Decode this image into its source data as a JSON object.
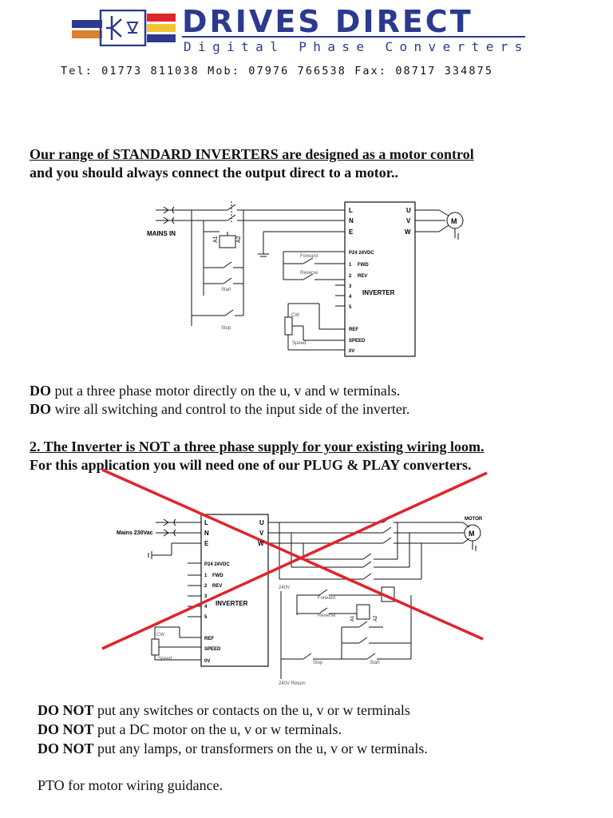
{
  "header": {
    "brand_title": "DRIVES DIRECT",
    "brand_subtitle": "Digital Phase Converters",
    "contact_line": "Tel: 01773 811038  Mob: 07976 766538  Fax: 08717 334875",
    "colors": {
      "brand_blue": "#2b3a8f",
      "red": "#e0242b",
      "yellow": "#f4c430",
      "orange": "#d9822b"
    }
  },
  "section1": {
    "heading_line1": "Our range of STANDARD INVERTERS are designed as a  motor control",
    "heading_line2": "and you should always connect the output direct to a motor.."
  },
  "diagram1": {
    "mains_label": "MAINS IN",
    "inverter_label": "INVERTER",
    "input_terminals": [
      "L",
      "N",
      "E"
    ],
    "output_terminals": [
      "U",
      "V",
      "W"
    ],
    "control_terminals": [
      "P24 24VDC",
      "1",
      "FWD",
      "2",
      "REV",
      "3",
      "4",
      "5",
      "REF",
      "SPEED",
      "0V"
    ],
    "contactor_labels": [
      "A1",
      "A2"
    ],
    "switch_labels": [
      "Forward",
      "Reverse",
      "Start",
      "Stop",
      "CW",
      "Speed"
    ],
    "motor_label": "M"
  },
  "do_list": [
    {
      "keyword": "DO",
      "text": " put a three phase motor directly on the u, v and w terminals."
    },
    {
      "keyword": "DO",
      "text": " wire all switching and control to the input side of the inverter."
    }
  ],
  "section2": {
    "heading_line1": "2. The Inverter is NOT a three phase supply for your existing wiring loom.",
    "heading_line2": "For this application you will need one of our PLUG & PLAY converters."
  },
  "diagram2": {
    "mains_label": "Mains 230Vac",
    "inverter_label": "INVERTER",
    "motor_title": "MOTOR",
    "voltage_label": "240V",
    "return_label": "240V Return",
    "switch_labels": [
      "Forward",
      "Reverse",
      "Stop",
      "Start",
      "CW",
      "Speed"
    ],
    "contactor_labels": [
      "A1",
      "A2"
    ],
    "cross_color": "#e0242b"
  },
  "do_not_list": [
    {
      "keyword": "DO NOT",
      "text": " put any switches or contacts on the u, v or w terminals"
    },
    {
      "keyword": "DO NOT",
      "text": " put a DC motor on the u, v or w terminals."
    },
    {
      "keyword": "DO NOT",
      "text": " put any lamps, or transformers on the u, v or w terminals."
    }
  ],
  "footer": {
    "pto": "PTO for motor wiring guidance."
  }
}
